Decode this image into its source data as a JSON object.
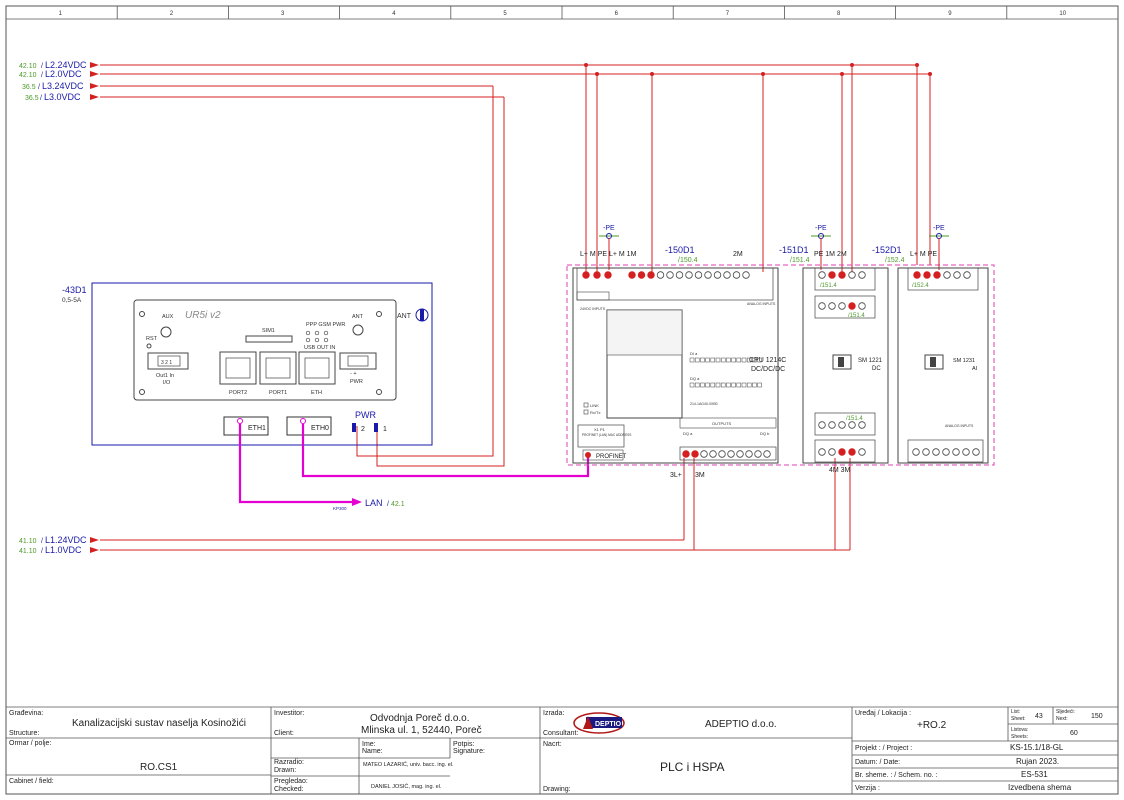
{
  "colors": {
    "red": "#d42020",
    "magenta": "#e400d0",
    "blue": "#1a1aa8",
    "green": "#4c9a2a",
    "frame": "#555555",
    "cabinet": "#e040b0"
  },
  "columns": [
    "1",
    "2",
    "3",
    "4",
    "5",
    "6",
    "7",
    "8",
    "9",
    "10"
  ],
  "supply": {
    "left": [
      {
        "ref": "42.10",
        "name": "L2.24VDC"
      },
      {
        "ref": "42.10",
        "name": "L2.0VDC"
      },
      {
        "ref": "36.5",
        "name": "L3.24VDC"
      },
      {
        "ref": "36.5",
        "name": "L3.0VDC"
      }
    ],
    "bottom": [
      {
        "ref": "41.10",
        "name": "L1.24VDC"
      },
      {
        "ref": "41.10",
        "name": "L1.0VDC"
      }
    ]
  },
  "router": {
    "tag": "-43D1",
    "fuse": "0,5-5A",
    "model": "UR5i v2",
    "labels": {
      "aux": "AUX",
      "rst": "RST",
      "sim": "SIM1",
      "ppp": "PPP GSM PWR",
      "usb": "USB OUT IN",
      "ant_small": "ANT",
      "io": "I/O",
      "out_in": "Out1 In",
      "port2": "PORT2",
      "port1": "PORT1",
      "eth_port": "ETH",
      "pwr_small": "PWR",
      "ant": "ANT"
    }
  },
  "ports": {
    "eth1": "ETH1",
    "eth0": "ETH0",
    "pwr": "PWR",
    "pwr_pin2": "2",
    "pwr_pin1": "1"
  },
  "lan": {
    "name": "LAN",
    "ref": "42.1",
    "cable": "KP300"
  },
  "plc": {
    "tag": "-150D1",
    "ref": "/150.4",
    "terminals": "L+  M  PE    L+  M    1M",
    "t2m": "2M",
    "cpu": "CPU 1214C",
    "cpu_type": "DC/DC/DC",
    "profinet": "PROFINET",
    "t3l": "3L+",
    "t3m": "3M",
    "small": {
      "di": "DI a",
      "dib": "DI b",
      "dq": "DQ a",
      "dqb": "DQ b",
      "link": "LINK",
      "rxtx": "Rx/Tx",
      "x1": "X1 P1",
      "mac": "PROFINET (LAN) MAC ADDRESS",
      "outputs": "OUTPUTS",
      "inputs": "24VDC INPUTS",
      "analog": "ANALOG INPUTS",
      "order": "214-1AG40-0XB0"
    }
  },
  "sm1": {
    "tag": "-151D1",
    "ref": "/151.4",
    "terminals": "PE   1M 2M",
    "x1": "/151.4",
    "x2": "/151.4",
    "x3": "/151.4",
    "model": "SM 1221",
    "type": "DC",
    "bottom": "4M 3M"
  },
  "sm2": {
    "tag": "-152D1",
    "ref": "/152.4",
    "terminals": "L+  M PE",
    "x1": "/152.4",
    "model": "SM 1231",
    "type": "AI",
    "small": "ANALOG INPUTS"
  },
  "pe": "-PE",
  "titleblock": {
    "gradevina_label": "Građevina:",
    "structure_label": "Structure:",
    "project_name": "Kanalizacijski sustav naselja Kosinožići",
    "ormar_label": "Ormar / polje:",
    "cabinet_label": "Cabinet / field:",
    "cabinet": "RO.CS1",
    "investitor_label": "Investitor:",
    "client_label": "Client:",
    "investor": "Odvodnja Poreč d.o.o.",
    "investor_addr": "Mlinska ul. 1, 52440, Poreč",
    "ime_label": "Ime:",
    "name_label": "Name:",
    "potpis_label": "Potpis:",
    "sign_label": "Signature:",
    "razradio_label": "Razradio:",
    "drawn_label": "Drawn:",
    "drawn_by": "MATEO LAZARIĆ, univ. bacc. ing. el.",
    "pregledao_label": "Pregledao:",
    "checked_label": "Checked:",
    "checked_by": "DANIEL JOSIĆ, mag. ing. el.",
    "izrada_label": "Izrada:",
    "consultant_label": "Consultant:",
    "logo": "DEPTIO",
    "company": "ADEPTIO d.o.o.",
    "nacrt_label": "Nacrt:",
    "drawing_label": "Drawing:",
    "drawing": "PLC i HSPA",
    "uredaj_label": "Uređaj / Lokacija :",
    "location": "+RO.2",
    "list_label": "List:",
    "sheet_label": "Sheet:",
    "sheet": "43",
    "sljedeci_label": "Sljedeći:",
    "next_label": "Next:",
    "next": "150",
    "listova_label": "Listova:",
    "sheets_label": "Sheets:",
    "sheets": "60",
    "projekt_label": "Projekt :  / Project :",
    "project_no": "KS-15.1/18-GL",
    "datum_label": "Datum:  / Date:",
    "date": "Rujan 2023.",
    "schem_label": "Br. sheme. :  / Schem. no. :",
    "schem": "ES-531",
    "verzija_label": "Verzija :",
    "version": "Izvedbena shema"
  }
}
